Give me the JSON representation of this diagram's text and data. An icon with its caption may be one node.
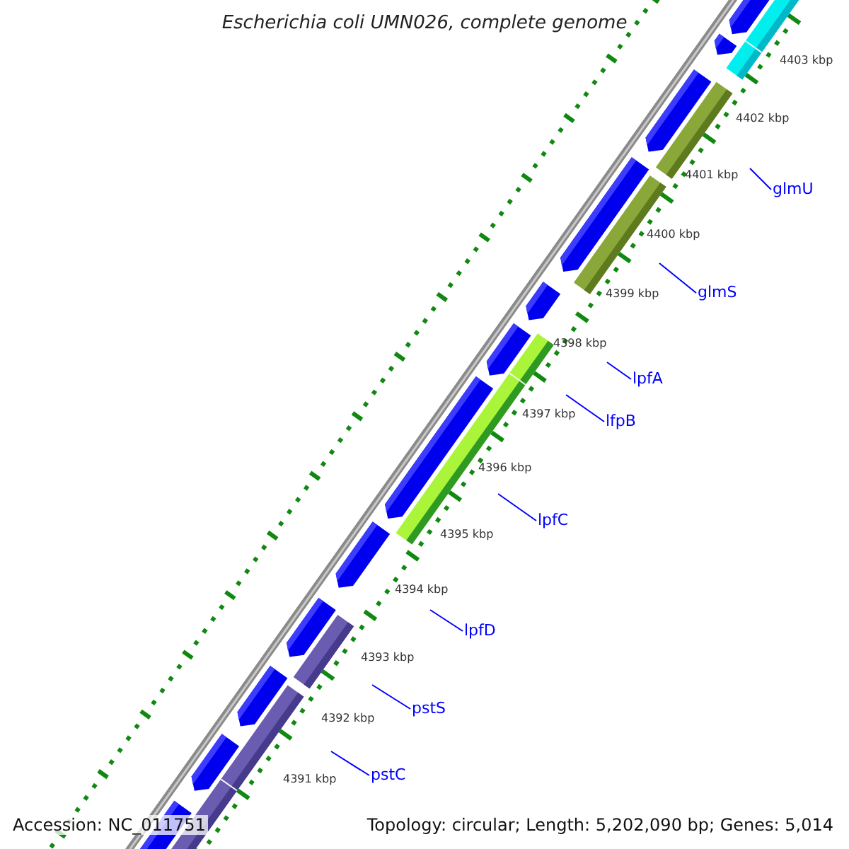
{
  "diagram": {
    "title": "Escherichia coli UMN026, complete genome",
    "nodes": [
      {
        "text": [
          "glmU"
        ]
      },
      {
        "text": [
          "glmS"
        ]
      },
      {
        "text": [
          "lpfA"
        ]
      },
      {
        "text": [
          "lfpB"
        ]
      },
      {
        "text": [
          "lpfC"
        ]
      },
      {
        "text": [
          "lpfD"
        ]
      },
      {
        "text": [
          "pstS"
        ]
      },
      {
        "text": [
          "pstC"
        ]
      }
    ],
    "edges": [
      {
        "from": 0,
        "to": null,
        "arrow": "none"
      },
      {
        "from": 1,
        "to": null,
        "arrow": "none"
      },
      {
        "from": 2,
        "to": null,
        "arrow": "none"
      },
      {
        "from": 3,
        "to": null,
        "arrow": "none"
      },
      {
        "from": 4,
        "to": null,
        "arrow": "none"
      },
      {
        "from": 5,
        "to": null,
        "arrow": "none"
      },
      {
        "from": 6,
        "to": null,
        "arrow": "none"
      },
      {
        "from": 7,
        "to": null,
        "arrow": "none"
      }
    ],
    "labels": [
      "4403 kbp",
      "4402 kbp",
      "4401 kbp",
      "4400 kbp",
      "4399 kbp",
      "4398 kbp",
      "4397 kbp",
      "4396 kbp",
      "4395 kbp",
      "4394 kbp",
      "4393 kbp",
      "4392 kbp",
      "4391 kbp",
      "Accession: NC_011751",
      "Topology: circular; Length: 5,202,090 bp; Genes: 5,014"
    ]
  }
}
